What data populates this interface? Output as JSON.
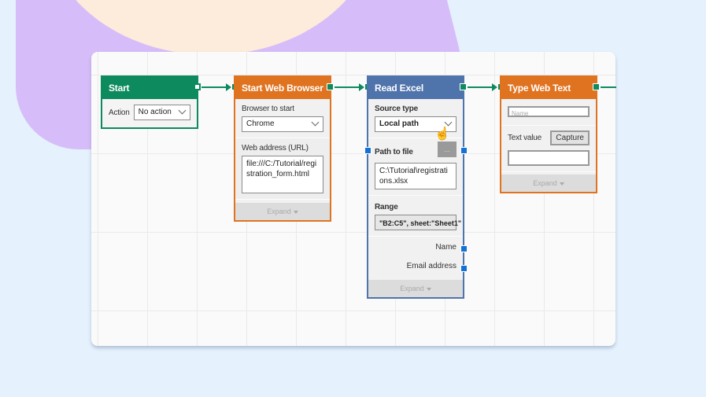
{
  "colors": {
    "background": "#e5f1fd",
    "start_green": "#0d8a5e",
    "web_orange": "#e07320",
    "excel_blue": "#4f73ab",
    "port_green": "#0d8a5e",
    "port_blue": "#1572d4"
  },
  "nodes": {
    "start": {
      "title": "Start",
      "action_label": "Action",
      "action_value": "No action"
    },
    "start_web_browser": {
      "title": "Start Web Browser",
      "browser_label": "Browser to start",
      "browser_value": "Chrome",
      "url_label": "Web address (URL)",
      "url_value": "file:///C:/Tutorial/registration_form.html",
      "expand_label": "Expand"
    },
    "read_excel": {
      "title": "Read Excel",
      "source_type_label": "Source type",
      "source_type_value": "Local path",
      "path_label": "Path to file",
      "browse_button": "...",
      "path_value": "C:\\Tutorial\\registrations.xlsx",
      "range_label": "Range",
      "range_value": "\"B2:C5\", sheet:\"Sheet1\"",
      "outputs": [
        "Name",
        "Email address"
      ],
      "expand_label": "Expand"
    },
    "type_web_text": {
      "title": "Type Web Text",
      "name_placeholder": "Name",
      "text_value_label": "Text value",
      "capture_button": "Capture",
      "text_value": "",
      "expand_label": "Expand"
    }
  }
}
